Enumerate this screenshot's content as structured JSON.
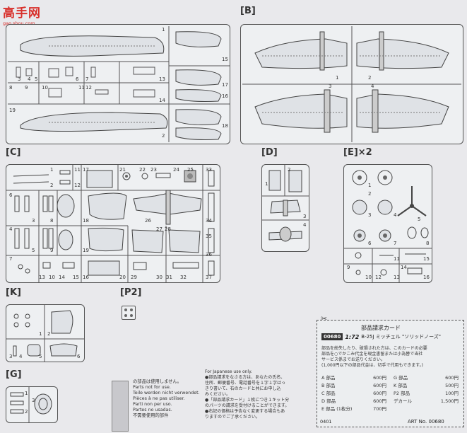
{
  "watermark": {
    "title": "高手网",
    "sub": "gao.shou.com"
  },
  "sections": {
    "A": {
      "parts": [
        "1",
        "2",
        "3",
        "4",
        "5",
        "6",
        "7",
        "8",
        "9",
        "10",
        "11",
        "12",
        "13",
        "14",
        "15",
        "16",
        "17",
        "18",
        "19"
      ]
    },
    "B": {
      "label": "[B]",
      "parts": [
        "1",
        "2",
        "3",
        "4"
      ]
    },
    "C": {
      "label": "[C]",
      "parts": [
        "1",
        "2",
        "3",
        "4",
        "5",
        "6",
        "7",
        "8",
        "9",
        "10",
        "11",
        "12",
        "13",
        "14",
        "15",
        "16",
        "17",
        "18",
        "19",
        "20",
        "21",
        "22",
        "23",
        "24",
        "25",
        "26",
        "27",
        "28",
        "29",
        "30",
        "31",
        "32",
        "33",
        "34",
        "35",
        "36",
        "37"
      ]
    },
    "D": {
      "label": "[D]",
      "parts": [
        "1",
        "2",
        "3",
        "4"
      ]
    },
    "E": {
      "label": "[E]×2",
      "parts": [
        "1",
        "2",
        "3",
        "4",
        "5",
        "6",
        "7",
        "8",
        "9",
        "10",
        "11",
        "12",
        "13",
        "14",
        "15",
        "16"
      ]
    },
    "K": {
      "label": "[K]",
      "parts": [
        "1",
        "2",
        "3",
        "4",
        "5",
        "6"
      ]
    },
    "P2": {
      "label": "[P2]"
    },
    "G": {
      "label": "[G]",
      "parts": [
        "1",
        "2",
        "3"
      ]
    }
  },
  "notice": {
    "lines": [
      "の部品は使用しません。",
      "Parts not for use.",
      "Teile werden nicht verwendet.",
      "Pièces à ne pas utiliser.",
      "Parti non per uso.",
      "Partes no usadas.",
      "不需要使用的部件"
    ]
  },
  "japanese_instructions": {
    "header": "For Japanese use only.",
    "lines": [
      "●部品請求をなさる方は、あなたの氏名、",
      "住所、郵便番号、電話番号を１字１字はっ",
      "きり書いて、右のカードと共にお申し込",
      "みください。",
      "●「部品請求カード」１枚につき１キット分",
      "のパーツの請求を受付けることができます。",
      "●右記の価格は予告なく変更する場合もあ",
      "りますのでご了承ください。"
    ]
  },
  "card": {
    "title": "部品請求カード",
    "code": "00680",
    "scale": "1:72",
    "name": "B-25J ミッチェル \"ソリッドノーズ\"",
    "body": [
      "部品を紛失したり、破損された方は、このカードの必要",
      "部品を○でかこみ代金を現金書留または小為替で当社",
      "サービス係までお送りください。",
      "(1,000円以下の部品代金は、切手で代用もできます。)"
    ],
    "prices_left": [
      {
        "k": "A 部品",
        "v": "600円"
      },
      {
        "k": "B 部品",
        "v": "600円"
      },
      {
        "k": "C 部品",
        "v": "600円"
      },
      {
        "k": "D 部品",
        "v": "600円"
      },
      {
        "k": "E 部品 (1枚分)",
        "v": "700円"
      }
    ],
    "prices_right": [
      {
        "k": "G 部品",
        "v": "600円"
      },
      {
        "k": "K 部品",
        "v": "500円"
      },
      {
        "k": "P2 部品",
        "v": "100円"
      },
      {
        "k": "デカール",
        "v": "1,500円"
      }
    ],
    "art_no": "ART No. 00680",
    "code_bottom": "0401"
  }
}
